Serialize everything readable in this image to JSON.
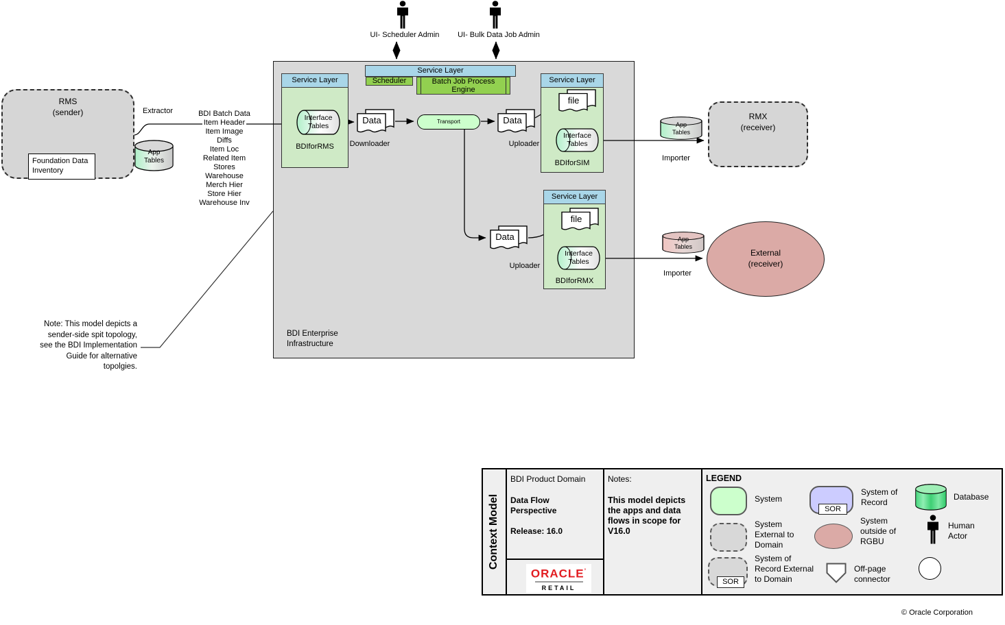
{
  "colors": {
    "blue-header": "#a9d6e8",
    "process-green": "#92d050",
    "light-green": "#ccffcc",
    "bdi-green": "#cfeac6",
    "gray-fill": "#d8d8d8",
    "panel-gray": "#efefef",
    "pink-fill": "#dbaaa6",
    "purple-fill": "#ccccff",
    "oracle-red": "#e21c21"
  },
  "actors": {
    "scheduler_admin": "UI- Scheduler Admin",
    "bulk_admin": "UI- Bulk Data Job Admin"
  },
  "service_layer_top": {
    "header": "Service Layer",
    "scheduler": "Scheduler",
    "batch_engine": "Batch Job Process\nEngine"
  },
  "rms": {
    "name": "RMS",
    "role": "(sender)",
    "foundation": "Foundation Data\nInventory",
    "app_tables": "App\nTables",
    "extractor": "Extractor"
  },
  "flow_list": [
    "BDI Batch Data",
    "Item Header",
    "Item Image",
    "Diffs",
    "Item Loc",
    "Related Item",
    "Stores",
    "Warehouse",
    "Merch Hier",
    "Store Hier",
    "Warehouse Inv"
  ],
  "infrastructure": {
    "label": "BDI Enterprise\nInfrastructure"
  },
  "docs": {
    "data": "Data",
    "file": "file"
  },
  "transport": "Transport",
  "bdi_for_rms": {
    "header": "Service Layer",
    "interface_tables": "Interface\nTables",
    "name": "BDIforRMS",
    "downloader": "Downloader"
  },
  "bdi_for_sim": {
    "header": "Service Layer",
    "interface_tables": "Interface\nTables",
    "name": "BDIforSIM",
    "uploader": "Uploader"
  },
  "bdi_for_rmx": {
    "header": "Service Layer",
    "interface_tables": "Interface\nTables",
    "name": "BDIforRMX",
    "uploader": "Uploader"
  },
  "rmx": {
    "name": "RMX",
    "role": "(receiver)",
    "app_tables": "App\nTables",
    "importer": "Importer"
  },
  "external": {
    "name": "External",
    "role": "(receiver)",
    "app_tables": "App\nTables",
    "importer": "Importer"
  },
  "note": "Note:  This model depicts a\nsender-side spit topology,\nsee the BDI Implementation\nGuide for alternative\ntopolgies.",
  "context_panel": {
    "row_header": "Context Model",
    "domain": "BDI Product Domain",
    "perspective": "Data Flow\nPerspective",
    "release": "Release:  16.0",
    "notes_title": "Notes:",
    "notes_body": "This model depicts\nthe apps and data\nflows in scope for\nV16.0",
    "logo": {
      "primary": "ORACLE",
      "mark": "’",
      "secondary": "RETAIL"
    }
  },
  "legend": {
    "title": "LEGEND",
    "sor_badge": "SOR",
    "system": "System",
    "system_of_record": "System of\nRecord",
    "database": "Database",
    "system_external": "System\nExternal to\nDomain",
    "system_outside_rgbu": "System\noutside of\nRGBU",
    "human_actor": "Human\nActor",
    "sor_external": "System of\nRecord External\nto Domain",
    "off_page": "Off-page\nconnector"
  },
  "copyright": "© Oracle Corporation"
}
